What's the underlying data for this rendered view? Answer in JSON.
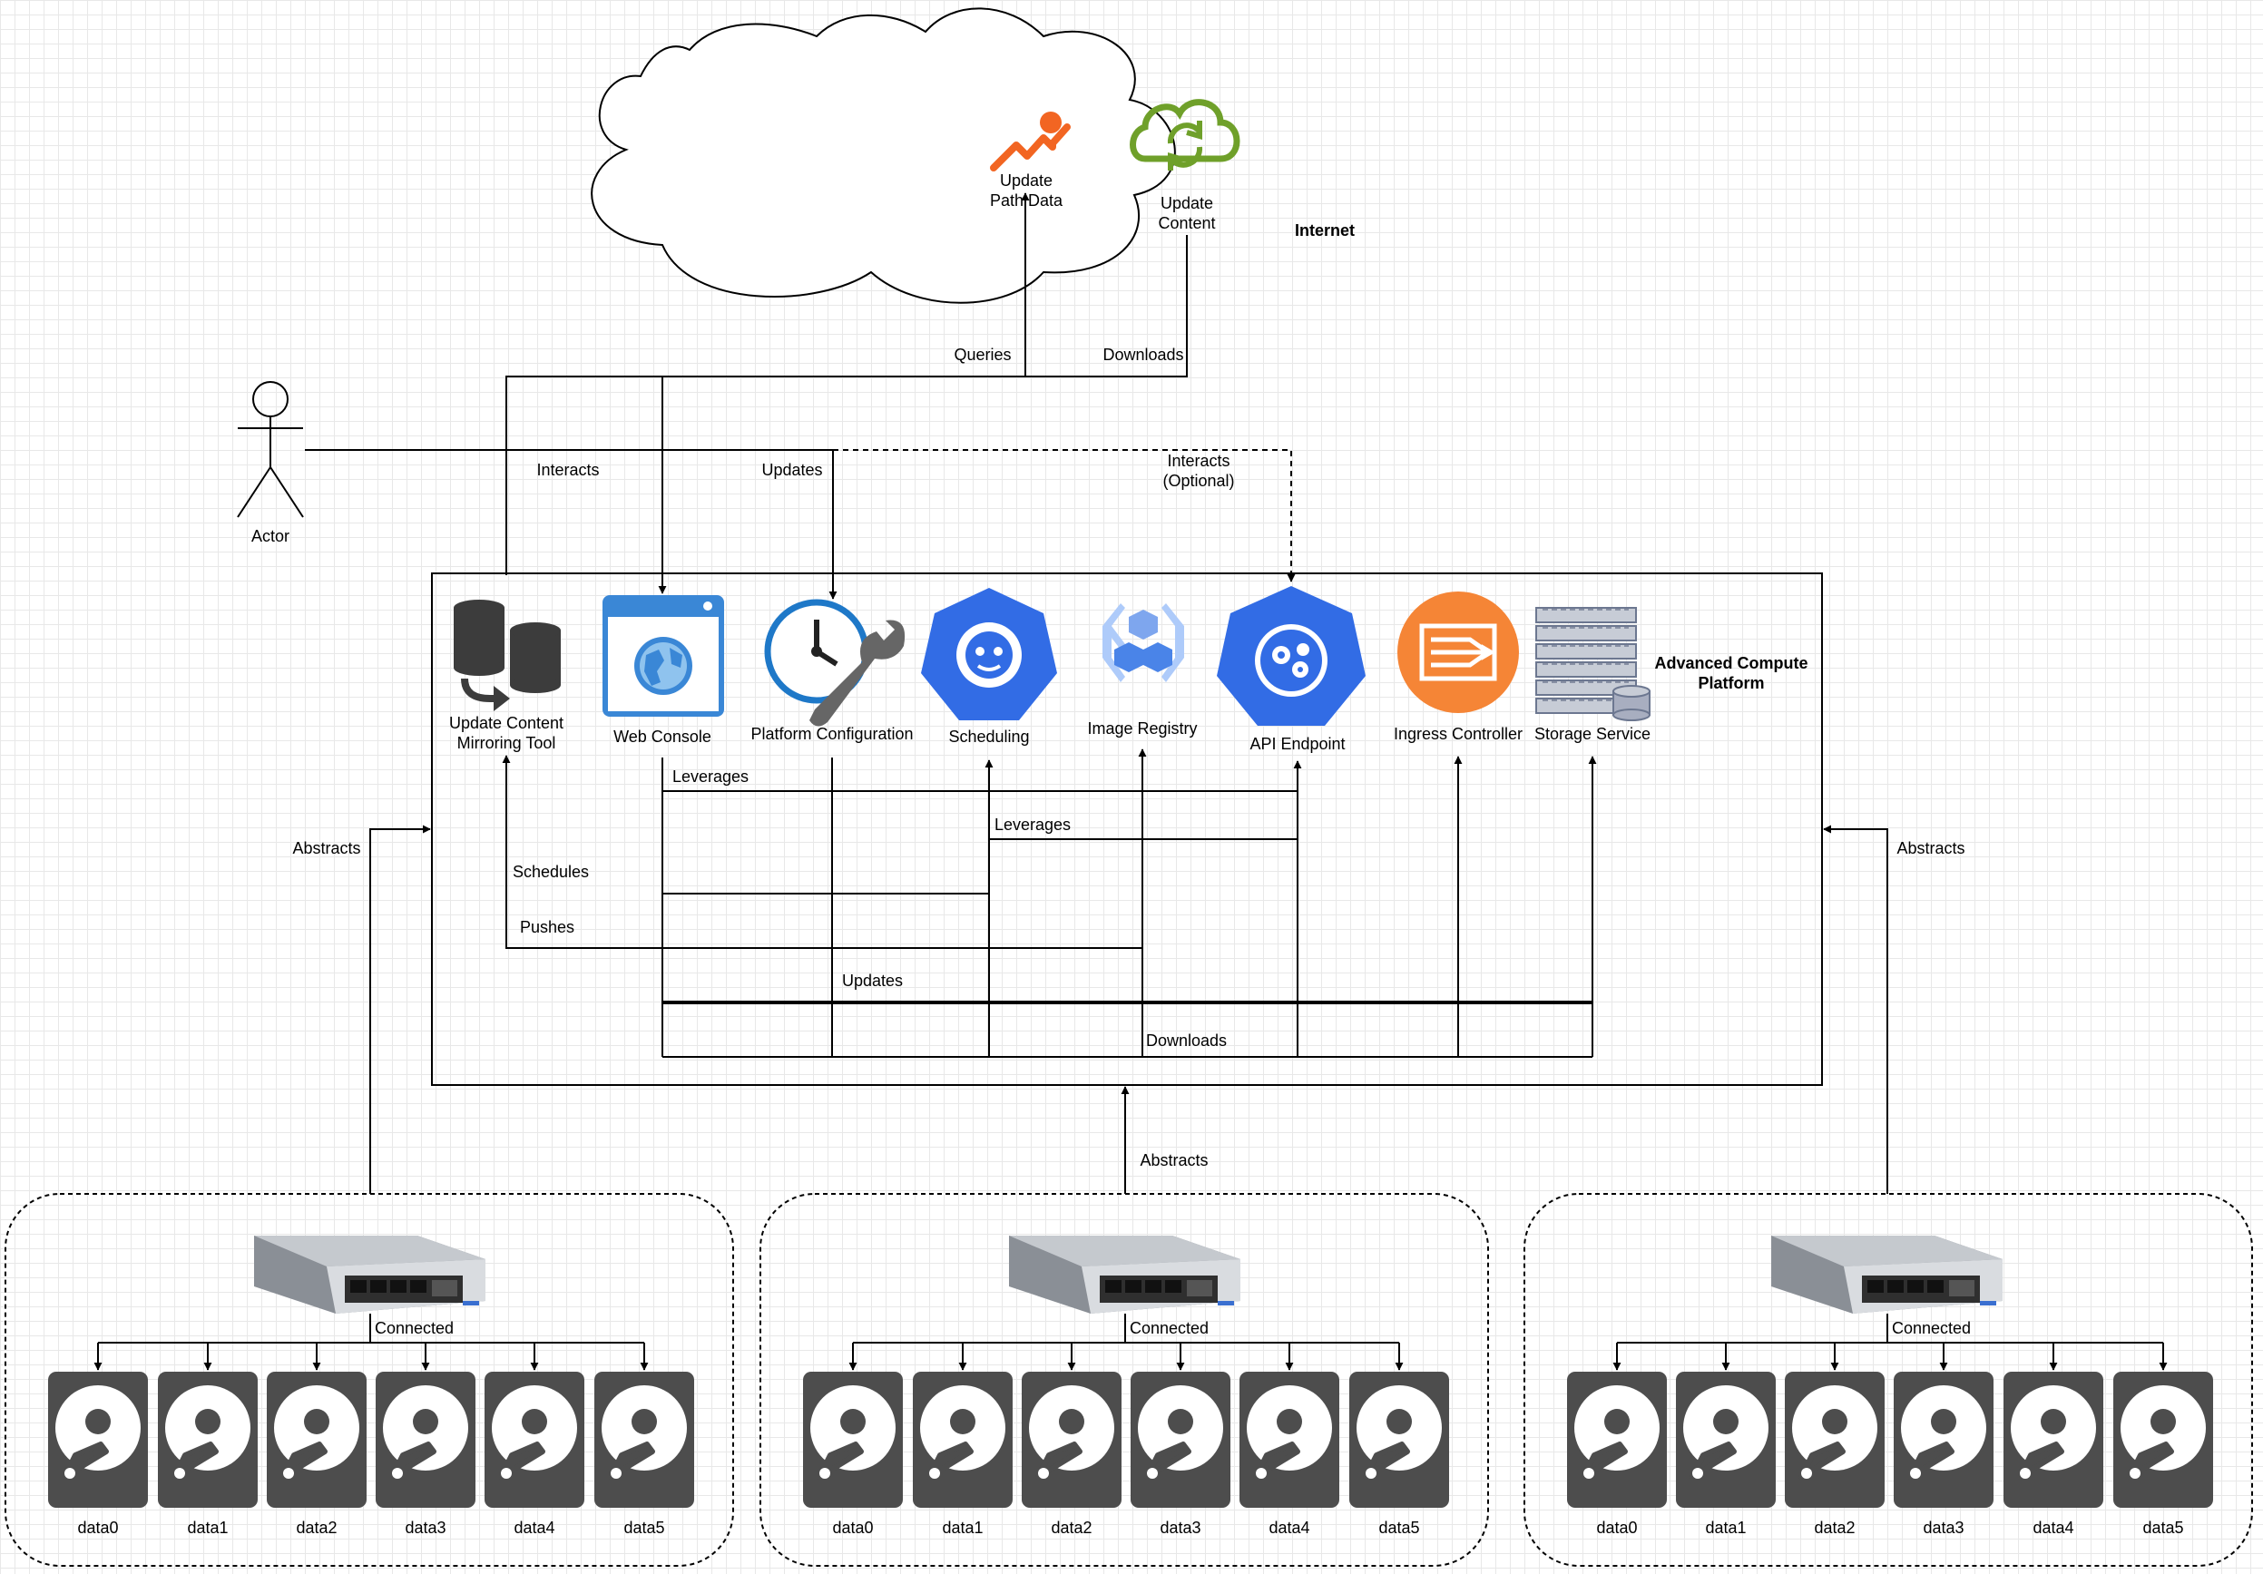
{
  "internet": {
    "title": "Internet",
    "update_path_data": [
      "Update",
      "Path Data"
    ],
    "update_content": [
      "Update",
      "Content"
    ]
  },
  "actor": {
    "label": "Actor"
  },
  "platform": {
    "title": [
      "Advanced Compute",
      "Platform"
    ],
    "components": {
      "mirroring_tool": [
        "Update Content",
        "Mirroring Tool"
      ],
      "web_console": "Web Console",
      "platform_configuration": "Platform Configuration",
      "scheduling": "Scheduling",
      "image_registry": "Image Registry",
      "api_endpoint": "API Endpoint",
      "ingress_controller": "Ingress Controller",
      "storage_service": "Storage Service"
    }
  },
  "edges": {
    "queries": "Queries",
    "downloads_top": "Downloads",
    "interacts": "Interacts",
    "updates_top": "Updates",
    "interacts_optional": [
      "Interacts",
      "(Optional)"
    ],
    "leverages_1": "Leverages",
    "leverages_2": "Leverages",
    "schedules": "Schedules",
    "pushes": "Pushes",
    "updates_inner": "Updates",
    "downloads_inner": "Downloads",
    "abstracts_left": "Abstracts",
    "abstracts_center": "Abstracts",
    "abstracts_right": "Abstracts"
  },
  "nodes": [
    {
      "connected": "Connected",
      "disks": [
        "data0",
        "data1",
        "data2",
        "data3",
        "data4",
        "data5"
      ]
    },
    {
      "connected": "Connected",
      "disks": [
        "data0",
        "data1",
        "data2",
        "data3",
        "data4",
        "data5"
      ]
    },
    {
      "connected": "Connected",
      "disks": [
        "data0",
        "data1",
        "data2",
        "data3",
        "data4",
        "data5"
      ]
    }
  ],
  "colors": {
    "kube_blue": "#326ce5",
    "aws_orange": "#f58536",
    "path_orange": "#f26522",
    "cloud_green": "#6fa02a",
    "disk_gray": "#4d4d4d",
    "gcp_blue": "#7ea6ee"
  }
}
